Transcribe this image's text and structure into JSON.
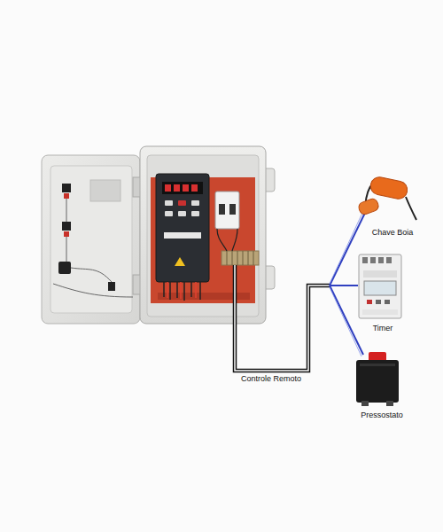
{
  "diagram": {
    "nodes": [
      {
        "text": [
          "Chave Boia"
        ]
      },
      {
        "text": [
          "Timer"
        ]
      },
      {
        "text": [
          "Pressostato"
        ]
      }
    ],
    "labels": [
      "Controle Remoto"
    ]
  }
}
